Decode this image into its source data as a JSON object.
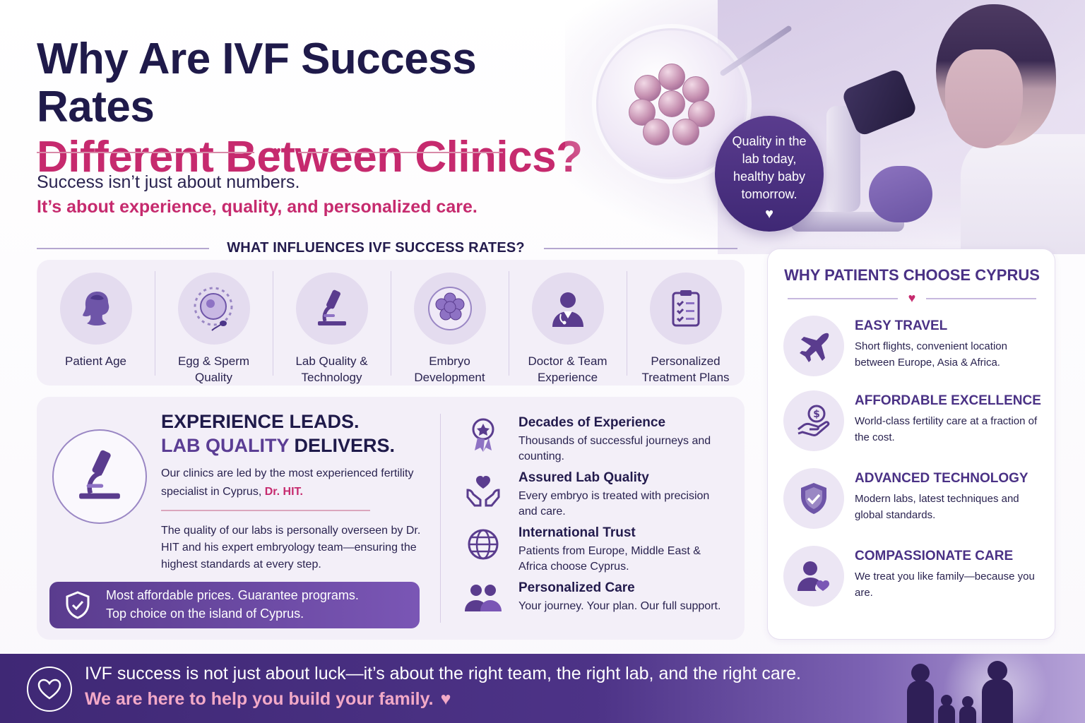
{
  "hero": {
    "title_line1": "Why Are IVF Success Rates",
    "title_line2": "Different Between Clinics?",
    "subtitle_line1": "Success isn’t just about numbers.",
    "subtitle_line2": "It’s about experience, quality, and personalized care.",
    "quote": "Quality in the lab today, healthy baby tomorrow.",
    "quote_icon": "heart-icon"
  },
  "influences": {
    "heading": "WHAT INFLUENCES IVF SUCCESS RATES?",
    "items": [
      {
        "label_line1": "Patient Age",
        "label_line2": "",
        "icon": "woman-profile-icon"
      },
      {
        "label_line1": "Egg & Sperm",
        "label_line2": "Quality",
        "icon": "egg-sperm-icon"
      },
      {
        "label_line1": "Lab Quality &",
        "label_line2": "Technology",
        "icon": "microscope-icon"
      },
      {
        "label_line1": "Embryo",
        "label_line2": "Development",
        "icon": "embryo-icon"
      },
      {
        "label_line1": "Doctor & Team",
        "label_line2": "Experience",
        "icon": "doctor-icon"
      },
      {
        "label_line1": "Personalized",
        "label_line2": "Treatment Plans",
        "icon": "clipboard-icon"
      }
    ]
  },
  "experience": {
    "heading_line1": "EXPERIENCE LEADS.",
    "heading_line2_accent": "LAB QUALITY",
    "heading_line2_rest": " DELIVERS.",
    "para1_text": "Our clinics are led by the most experienced fertility specialist in Cyprus, ",
    "para1_doctor": "Dr. HIT.",
    "para2": "The quality of our labs is personally overseen by Dr. HIT and his expert embryology team—ensuring the highest standards at every step.",
    "banner_line1": "Most affordable prices. Guarantee programs.",
    "banner_line2": "Top choice on the island of Cyprus.",
    "features": [
      {
        "title": "Decades of Experience",
        "desc": "Thousands of successful journeys and counting.",
        "icon": "award-ribbon-icon"
      },
      {
        "title": "Assured Lab Quality",
        "desc": "Every embryo is treated with precision and care.",
        "icon": "heart-hands-icon"
      },
      {
        "title": "International Trust",
        "desc": "Patients from Europe, Middle East & Africa choose Cyprus.",
        "icon": "globe-icon"
      },
      {
        "title": "Personalized Care",
        "desc": "Your journey. Your plan. Our full support.",
        "icon": "people-icon"
      }
    ]
  },
  "cyprus": {
    "heading": "WHY PATIENTS CHOOSE CYPRUS",
    "items": [
      {
        "title": "EASY TRAVEL",
        "desc": "Short flights, convenient location between Europe, Asia & Africa.",
        "icon": "airplane-icon"
      },
      {
        "title": "AFFORDABLE EXCELLENCE",
        "desc": "World-class fertility care at a fraction of the cost.",
        "icon": "dollar-hand-icon"
      },
      {
        "title": "ADVANCED TECHNOLOGY",
        "desc": "Modern labs, latest techniques and global standards.",
        "icon": "shield-check-icon"
      },
      {
        "title": "COMPASSIONATE CARE",
        "desc": "We treat you like family—because you are.",
        "icon": "person-heart-icon"
      }
    ]
  },
  "footer": {
    "line1": "IVF success is not just about luck—it’s about the right team, the right lab, and the right care.",
    "line2": "We are here to help you build your family.",
    "icon": "heart-outline-icon"
  },
  "colors": {
    "navy": "#1f1a4a",
    "magenta": "#c62a6e",
    "purple": "#5a3c8e",
    "lavender": "#f3eff8"
  }
}
